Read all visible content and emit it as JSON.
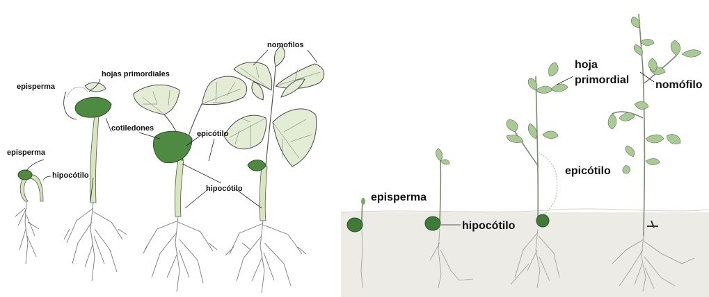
{
  "left_panel": {
    "labels": {
      "episperma_top": "episperma",
      "hojas_primordiales": "hojas primordiales",
      "nomofilos": "nomofilos",
      "episperma_small": "episperma",
      "hipocotilo_small": "hipocótilo",
      "cotiledones": "cotiledones",
      "epicotilo": "epicótilo",
      "hipocotilo": "hipocótilo"
    },
    "colors": {
      "cotyledon": "#4f8a42",
      "leaf": "#e3ecd4",
      "stem": "#d7e6bd"
    }
  },
  "right_panel": {
    "labels": {
      "hoja": "hoja",
      "primordial": "primordial",
      "nomofilo": "nomófilo",
      "epicotilo": "epicótilo",
      "episperma": "episperma",
      "hipocotilo": "hipocótilo"
    },
    "colors": {
      "soil": "#ecebe5",
      "leaf": "#a9c995",
      "seed": "#3f7a38"
    }
  }
}
